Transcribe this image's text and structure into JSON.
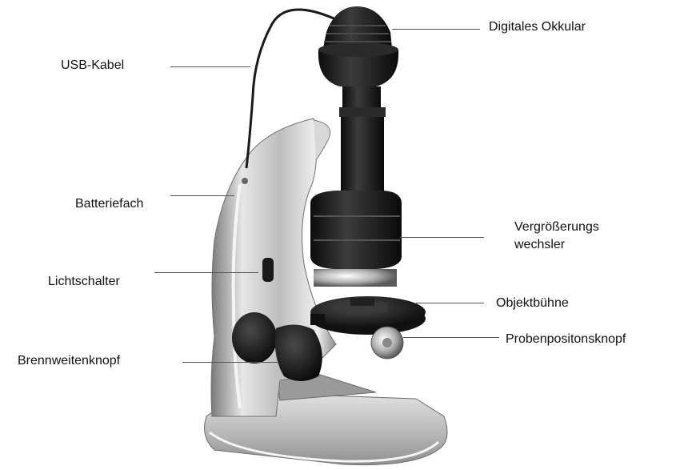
{
  "diagram": {
    "labels": {
      "usb_cable": "USB-Kabel",
      "battery_compartment": "Batteriefach",
      "light_switch": "Lichtschalter",
      "focus_knob": "Brennweitenknopf",
      "digital_eyepiece": "Digitales Okkular",
      "magnification_changer": "Vergrößerungs wechsler",
      "stage": "Objektbühne",
      "sample_position_knob": "Probenpositonsknopf"
    },
    "colors": {
      "background": "#ffffff",
      "leader_line": "#555555",
      "body_silver": "#c8c8c8",
      "body_dark": "#1c1c1c",
      "text": "#111111"
    }
  }
}
